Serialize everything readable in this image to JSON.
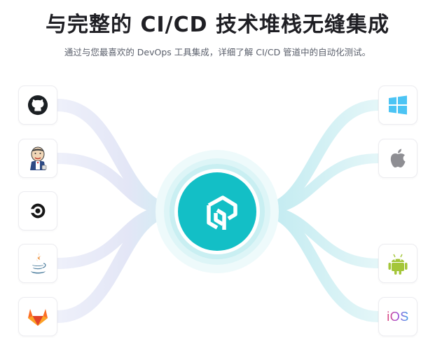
{
  "header": {
    "title": "与完整的 CI/CD 技术堆栈无缝集成",
    "subtitle": "通过与您最喜欢的 DevOps 工具集成，详细了解 CI/CD 管道中的自动化测试。"
  },
  "integrations_left": [
    {
      "icon": "github-icon"
    },
    {
      "icon": "jenkins-icon"
    },
    {
      "icon": "circleci-icon"
    },
    {
      "icon": "java-icon"
    },
    {
      "icon": "gitlab-icon"
    }
  ],
  "integrations_right": [
    {
      "icon": "windows-icon"
    },
    {
      "icon": "apple-icon"
    },
    {
      "icon": "android-icon"
    },
    {
      "icon": "ios-icon",
      "text": "iOS"
    }
  ],
  "hub": {
    "icon": "lambdatest-logo-icon"
  },
  "colors": {
    "accent": "#13bfc6",
    "left_flow": "#e6e8f7",
    "right_flow": "#c9eef2",
    "windows": "#4cc4f4",
    "apple": "#8e8e93",
    "android": "#a4c639",
    "gitlab": "#e24329"
  }
}
